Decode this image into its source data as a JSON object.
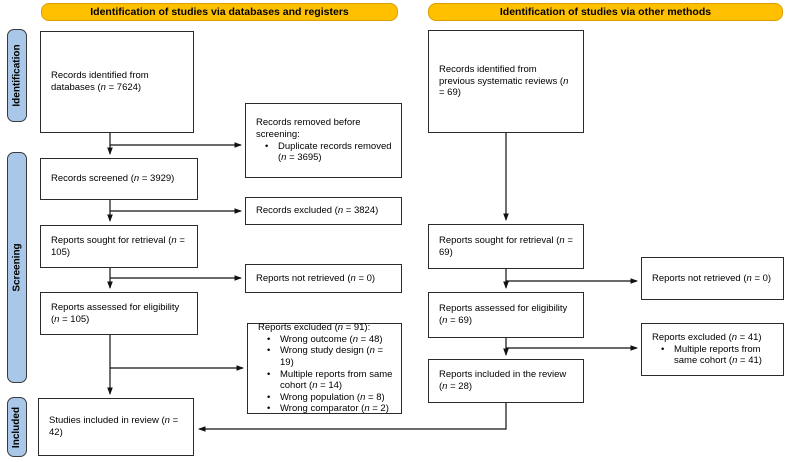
{
  "headers": {
    "left": "Identification of studies via databases and registers",
    "right": "Identification of studies via other methods"
  },
  "stage_labels": {
    "identification": "Identification",
    "screening": "Screening",
    "included": "Included"
  },
  "colors": {
    "header_bg": "#FFC000",
    "header_border": "#DC9E00",
    "stage_bg": "#A9C7E8",
    "box_border": "#2B2B2B",
    "arrow": "#111111"
  },
  "boxes": {
    "db_identified": {
      "text": "Records identified from databases (n = 7624)"
    },
    "records_removed": {
      "title": "Records removed before screening:",
      "bullets": [
        "Duplicate records removed (n = 3695)"
      ]
    },
    "records_screened": {
      "text": "Records screened (n = 3929)"
    },
    "records_excluded": {
      "text": "Records excluded (n = 3824)"
    },
    "reports_sought_db": {
      "text": "Reports sought for retrieval (n = 105)"
    },
    "reports_not_retrieved_db": {
      "text": "Reports not retrieved (n = 0)"
    },
    "reports_assessed_db": {
      "text": "Reports assessed for eligibility (n = 105)"
    },
    "reports_excluded_db": {
      "title": "Reports excluded (n = 91):",
      "bullets": [
        "Wrong outcome (n = 48)",
        "Wrong study design (n = 19)",
        "Multiple reports from same cohort (n = 14)",
        "Wrong population (n = 8)",
        "Wrong comparator (n = 2)"
      ]
    },
    "studies_included": {
      "text": "Studies included in review (n = 42)"
    },
    "other_identified": {
      "text": "Records identified from previous systematic reviews (n = 69)"
    },
    "reports_sought_other": {
      "text": "Reports sought for retrieval (n = 69)"
    },
    "reports_not_retrieved_other": {
      "text": "Reports not retrieved (n = 0)"
    },
    "reports_assessed_other": {
      "text": "Reports assessed for eligibility (n = 69)"
    },
    "reports_excluded_other": {
      "title": "Reports excluded (n = 41)",
      "bullets": [
        "Multiple reports from same cohort (n = 41)"
      ]
    },
    "reports_included_other": {
      "text": "Reports included in the review (n = 28)"
    }
  }
}
